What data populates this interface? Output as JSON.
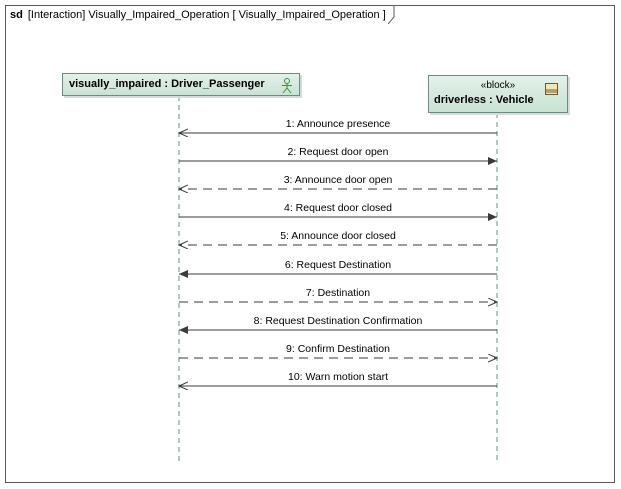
{
  "frame": {
    "keyword": "sd",
    "title": "[Interaction] Visually_Impaired_Operation [ Visually_Impaired_Operation ]"
  },
  "lifelines": {
    "passenger": {
      "label": "visually_impaired : Driver_Passenger",
      "icon": "actor-icon"
    },
    "vehicle": {
      "stereotype": "«block»",
      "label": "driverless : Vehicle",
      "icon": "block-icon"
    }
  },
  "messages": [
    {
      "label": "1: Announce presence",
      "from": "vehicle",
      "to": "passenger",
      "kind": "async"
    },
    {
      "label": "2: Request door open",
      "from": "passenger",
      "to": "vehicle",
      "kind": "sync"
    },
    {
      "label": "3: Announce door open",
      "from": "vehicle",
      "to": "passenger",
      "kind": "reply"
    },
    {
      "label": "4: Request door closed",
      "from": "passenger",
      "to": "vehicle",
      "kind": "sync"
    },
    {
      "label": "5: Announce door closed",
      "from": "vehicle",
      "to": "passenger",
      "kind": "reply"
    },
    {
      "label": "6: Request Destination",
      "from": "vehicle",
      "to": "passenger",
      "kind": "sync"
    },
    {
      "label": "7: Destination",
      "from": "passenger",
      "to": "vehicle",
      "kind": "reply"
    },
    {
      "label": "8: Request Destination Confirmation",
      "from": "vehicle",
      "to": "passenger",
      "kind": "sync"
    },
    {
      "label": "9: Confirm Destination",
      "from": "passenger",
      "to": "vehicle",
      "kind": "reply"
    },
    {
      "label": "10: Warn motion start",
      "from": "vehicle",
      "to": "passenger",
      "kind": "async"
    }
  ],
  "colors": {
    "lifeline_line": "#5f9585",
    "message_line": "#3a3a3a",
    "head_fill": "#d5e9de"
  }
}
